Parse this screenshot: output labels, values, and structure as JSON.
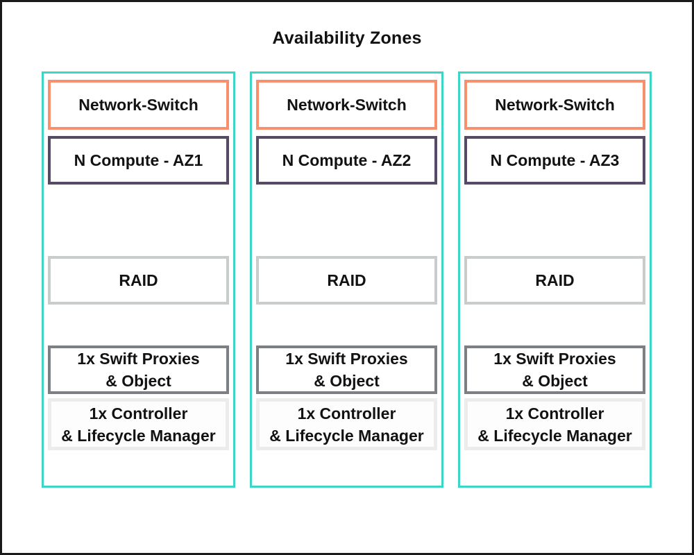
{
  "title": "Availability Zones",
  "colors": {
    "page_border": "#1a1a1a",
    "zone_border": "#3dd6c6",
    "network_switch_border": "#f8906e",
    "compute_border": "#564a66",
    "raid_border": "#c9cccc",
    "swift_border": "#7c7f83",
    "controller_border": "#ececec",
    "text": "#121212"
  },
  "zones": [
    {
      "network_switch": "Network-Switch",
      "compute": "N Compute - AZ1",
      "raid": "RAID",
      "swift_line1": "1x Swift Proxies",
      "swift_line2": "& Object",
      "controller_line1": "1x Controller",
      "controller_line2": "& Lifecycle Manager"
    },
    {
      "network_switch": "Network-Switch",
      "compute": "N Compute - AZ2",
      "raid": "RAID",
      "swift_line1": "1x Swift Proxies",
      "swift_line2": "& Object",
      "controller_line1": "1x Controller",
      "controller_line2": "& Lifecycle Manager"
    },
    {
      "network_switch": "Network-Switch",
      "compute": "N Compute - AZ3",
      "raid": "RAID",
      "swift_line1": "1x Swift Proxies",
      "swift_line2": "& Object",
      "controller_line1": "1x Controller",
      "controller_line2": "& Lifecycle Manager"
    }
  ]
}
